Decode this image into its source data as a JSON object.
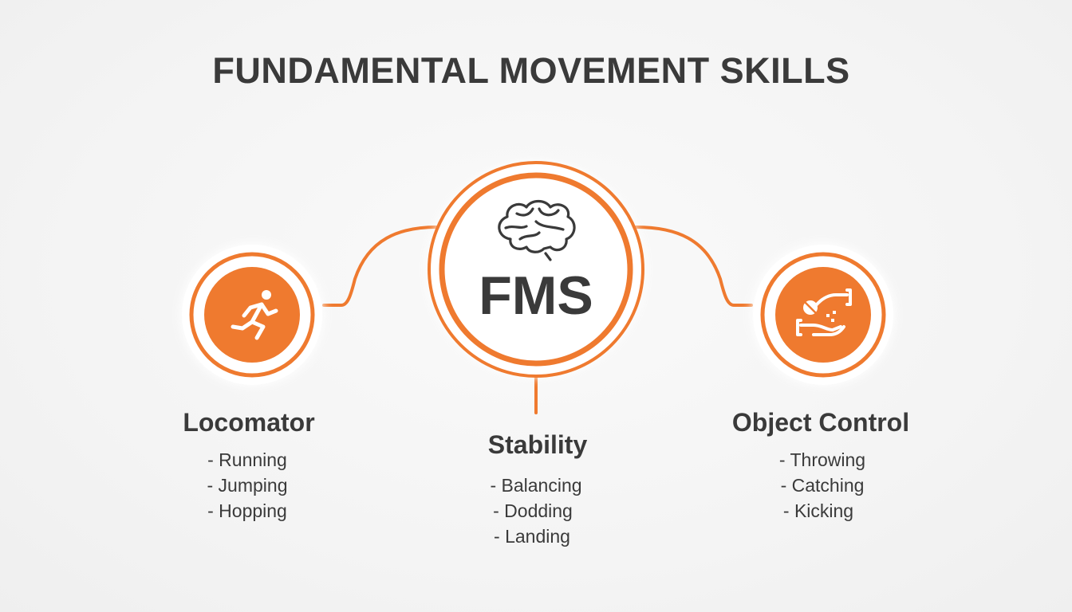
{
  "title": "FUNDAMENTAL MOVEMENT SKILLS",
  "center": {
    "label": "FMS",
    "icon": "brain-icon"
  },
  "categories": [
    {
      "id": "locomotor",
      "title": "Locomator",
      "icon": "running-person-icon",
      "items": [
        "- Running",
        "- Jumping",
        "- Hopping"
      ]
    },
    {
      "id": "stability",
      "title": "Stability",
      "icon": "",
      "items": [
        "- Balancing",
        "- Dodding",
        "- Landing"
      ]
    },
    {
      "id": "object-control",
      "title": "Object Control",
      "icon": "hands-ball-icon",
      "items": [
        "- Throwing",
        "- Catching",
        "- Kicking"
      ]
    }
  ],
  "colors": {
    "accent": "#ef7a2f",
    "text": "#3a3a3a",
    "background": "#f4f4f4",
    "halo": "#ffffff"
  }
}
